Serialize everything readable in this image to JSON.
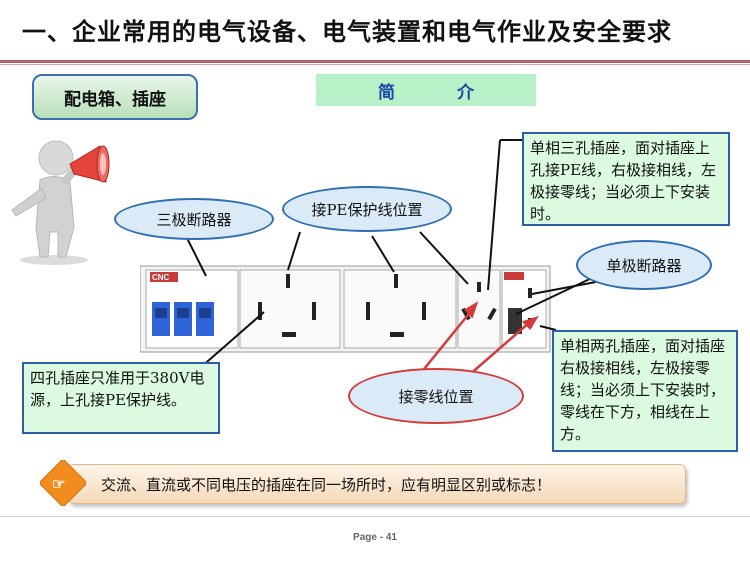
{
  "title": "一、企业常用的电气设备、电气装置和电气作业及安全要求",
  "section_badge": "配电箱、插座",
  "intro_label": "简 介",
  "callouts": {
    "three_pole_breaker": "三极断路器",
    "pe_position": "接PE保护线位置",
    "neutral_position": "接零线位置",
    "single_pole_breaker": "单极断路器",
    "four_hole_socket": "四孔插座只准用于380V电源，上孔接PE保护线。",
    "single_phase_three_hole": "单相三孔插座，面对插座上孔接PE线，右极接相线，左极接零线；当必须上下安装时。",
    "single_phase_two_hole": "单相两孔插座，面对插座右极接相线，左极接零线；当必须上下安装时，零线在下方，相线在上方。"
  },
  "device_labels": {
    "brand": "CNC"
  },
  "note": "交流、直流或不同电压的插座在同一场所时，应有明显区别或标志！",
  "page_number": "Page - 41",
  "colors": {
    "title_rule": "#b45f6a",
    "callout_border": "#2e6fb4",
    "red_arrow": "#d43b3b",
    "box_fill": "#dbfadf"
  }
}
